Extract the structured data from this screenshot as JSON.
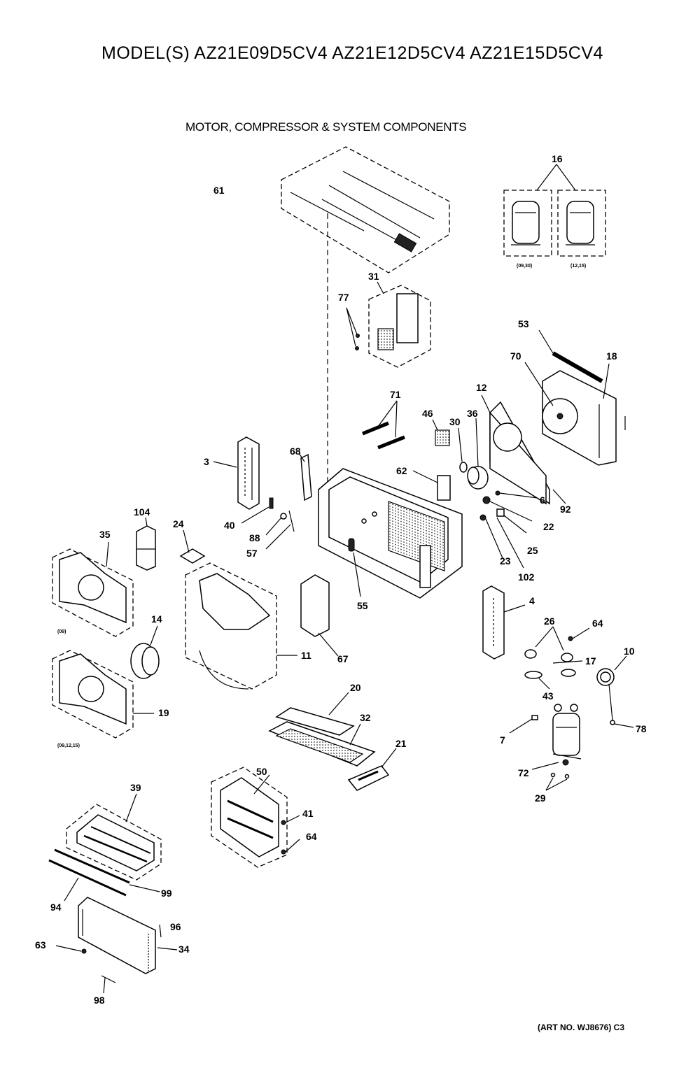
{
  "header": {
    "model_title": "MODEL(S) AZ21E09D5CV4  AZ21E12D5CV4  AZ21E15D5CV4",
    "section_title": "MOTOR, COMPRESSOR & SYSTEM COMPONENTS"
  },
  "callouts": [
    "61",
    "16",
    "31",
    "77",
    "53",
    "18",
    "70",
    "12",
    "36",
    "30",
    "46",
    "71",
    "62",
    "6",
    "92",
    "22",
    "25",
    "102",
    "23",
    "3",
    "68",
    "40",
    "88",
    "57",
    "24",
    "104",
    "35",
    "55",
    "67",
    "11",
    "14",
    "19",
    "4",
    "26",
    "64",
    "17",
    "10",
    "43",
    "20",
    "32",
    "7",
    "78",
    "72",
    "21",
    "29",
    "39",
    "50",
    "41",
    "64",
    "99",
    "94",
    "96",
    "63",
    "34",
    "98"
  ],
  "notes": {
    "compressor_a": "(09,30)",
    "compressor_b": "(12,15)",
    "scroll_a": "(09)",
    "scroll_b": "(09,12,15)"
  },
  "footer": {
    "art_no": "(ART NO. WJ8676) C3"
  }
}
